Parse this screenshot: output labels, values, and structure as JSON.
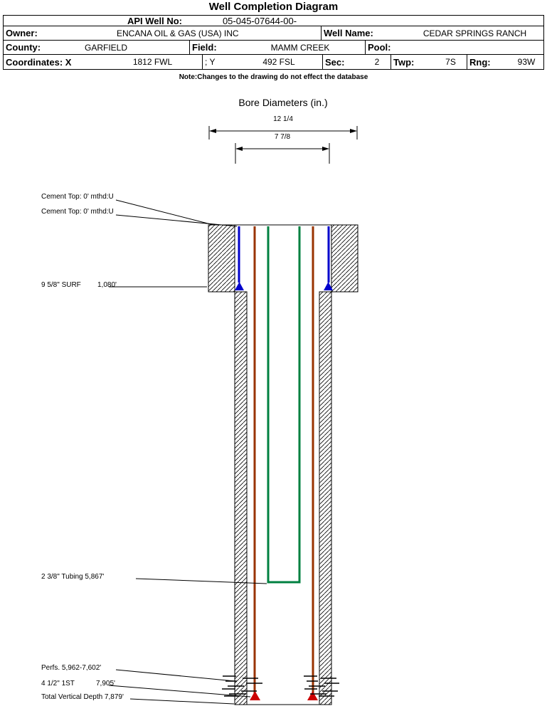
{
  "title": "Well Completion Diagram",
  "table": {
    "api": {
      "label": "API Well No:",
      "value": "05-045-07644-00-"
    },
    "owner": {
      "label": "Owner:",
      "value": "ENCANA OIL & GAS (USA) INC"
    },
    "well_name": {
      "label": "Well Name:",
      "value": "CEDAR SPRINGS RANCH"
    },
    "county": {
      "label": "County:",
      "value": "GARFIELD"
    },
    "field": {
      "label": "Field:",
      "value": "MAMM CREEK"
    },
    "pool": {
      "label": "Pool:",
      "value": ""
    },
    "coordinates": {
      "label": "Coordinates: X",
      "x_value": "1812 FWL",
      "y_label": "; Y",
      "y_value": "492 FSL"
    },
    "sec": {
      "label": "Sec:",
      "value": "2"
    },
    "twp": {
      "label": "Twp:",
      "value": "7S"
    },
    "rng": {
      "label": "Rng:",
      "value": "93W"
    }
  },
  "note": "Note:Changes to the drawing do not effect the database",
  "bore_diameters": {
    "title": "Bore Diameters (in.)",
    "outer_label": "12 1/4",
    "inner_label": "7 7/8"
  },
  "annotations": {
    "cement_top_1": "Cement Top: 0' mthd:U",
    "cement_top_2": "Cement Top: 0' mthd:U",
    "surface_casing": "9 5/8\" SURF",
    "surface_casing_depth": "1,080'",
    "tubing": "2 3/8\" Tubing 5,867'",
    "perfs": "Perfs. 5,962-7,602'",
    "production_casing": "4 1/2\" 1ST",
    "production_casing_depth": "7,905'",
    "total_depth": "Total Vertical Depth 7,879'"
  },
  "colors": {
    "surface_casing_blue": "#0000CC",
    "production_casing_maroon": "#993300",
    "tubing_green": "#008040",
    "shoe_red": "#CC0000"
  }
}
